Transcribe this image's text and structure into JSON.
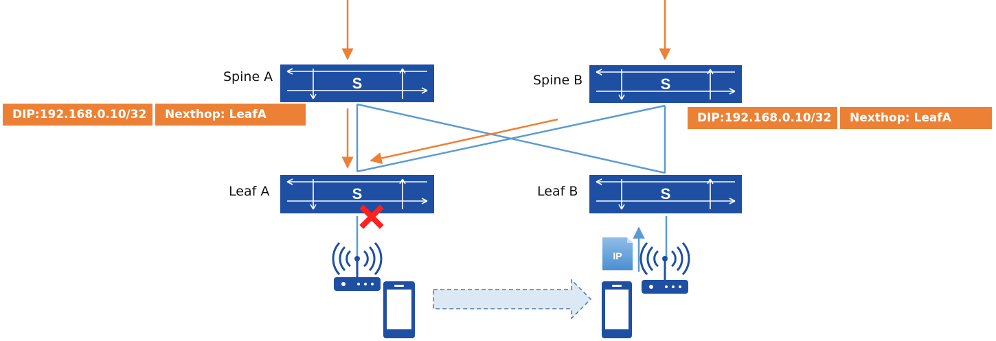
{
  "colors": {
    "switch_blue": "#1e4fa2",
    "link_blue": "#5b9bd5",
    "traffic_orange": "#ec8135",
    "fail_red": "#ff2020",
    "migrate_fill": "#dde8f5",
    "packet_blue": "#5b9bd5"
  },
  "switches": {
    "spine_a": {
      "label": "Spine A",
      "glyph": "S"
    },
    "spine_b": {
      "label": "Spine B",
      "glyph": "S"
    },
    "leaf_a": {
      "label": "Leaf A",
      "glyph": "S"
    },
    "leaf_b": {
      "label": "Leaf B",
      "glyph": "S"
    }
  },
  "routes": {
    "spine_a": {
      "dip": "DIP:192.168.0.10/32",
      "nexthop": "Nexthop: LeafA"
    },
    "spine_b": {
      "dip": "DIP:192.168.0.10/32",
      "nexthop": "Nexthop: LeafA"
    }
  },
  "packet": {
    "label": "IP"
  },
  "icons": {
    "access_points": [
      "wireless-ap-icon",
      "wireless-ap-icon"
    ],
    "phones": [
      "mobile-phone-icon",
      "mobile-phone-icon"
    ],
    "failure": "red-x-failure-icon",
    "migration": "dashed-migration-arrow-icon",
    "packet": "ip-packet-icon"
  }
}
